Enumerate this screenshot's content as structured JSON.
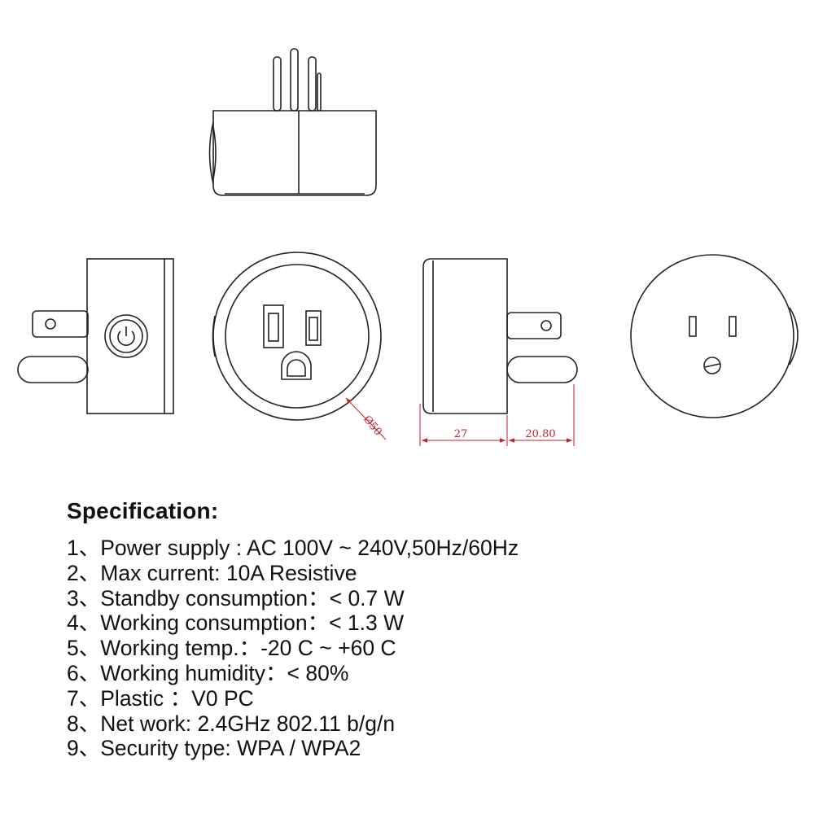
{
  "drawing": {
    "line_color": "#222222",
    "dimension_color": "#c21f2c",
    "dimensions": {
      "diameter": "Ø50",
      "depth": "27",
      "prong_length": "20.80"
    }
  },
  "specification": {
    "title": "Specification:",
    "items": [
      {
        "num": "1、",
        "text": "Power supply : AC 100V ~ 240V,50Hz/60Hz"
      },
      {
        "num": "2、",
        "text": "Max current: 10A Resistive"
      },
      {
        "num": "3、",
        "text": "Standby consumption：< 0.7 W"
      },
      {
        "num": "4、",
        "text": "Working consumption：< 1.3 W"
      },
      {
        "num": "5、",
        "text": "Working temp.：-20 C ~ +60 C"
      },
      {
        "num": "6、",
        "text": "Working humidity：< 80%"
      },
      {
        "num": "7、",
        "text": "Plastic  ：V0 PC"
      },
      {
        "num": "8、",
        "text": "Net work: 2.4GHz 802.11 b/g/n"
      },
      {
        "num": "9、",
        "text": "Security type: WPA / WPA2"
      }
    ]
  }
}
